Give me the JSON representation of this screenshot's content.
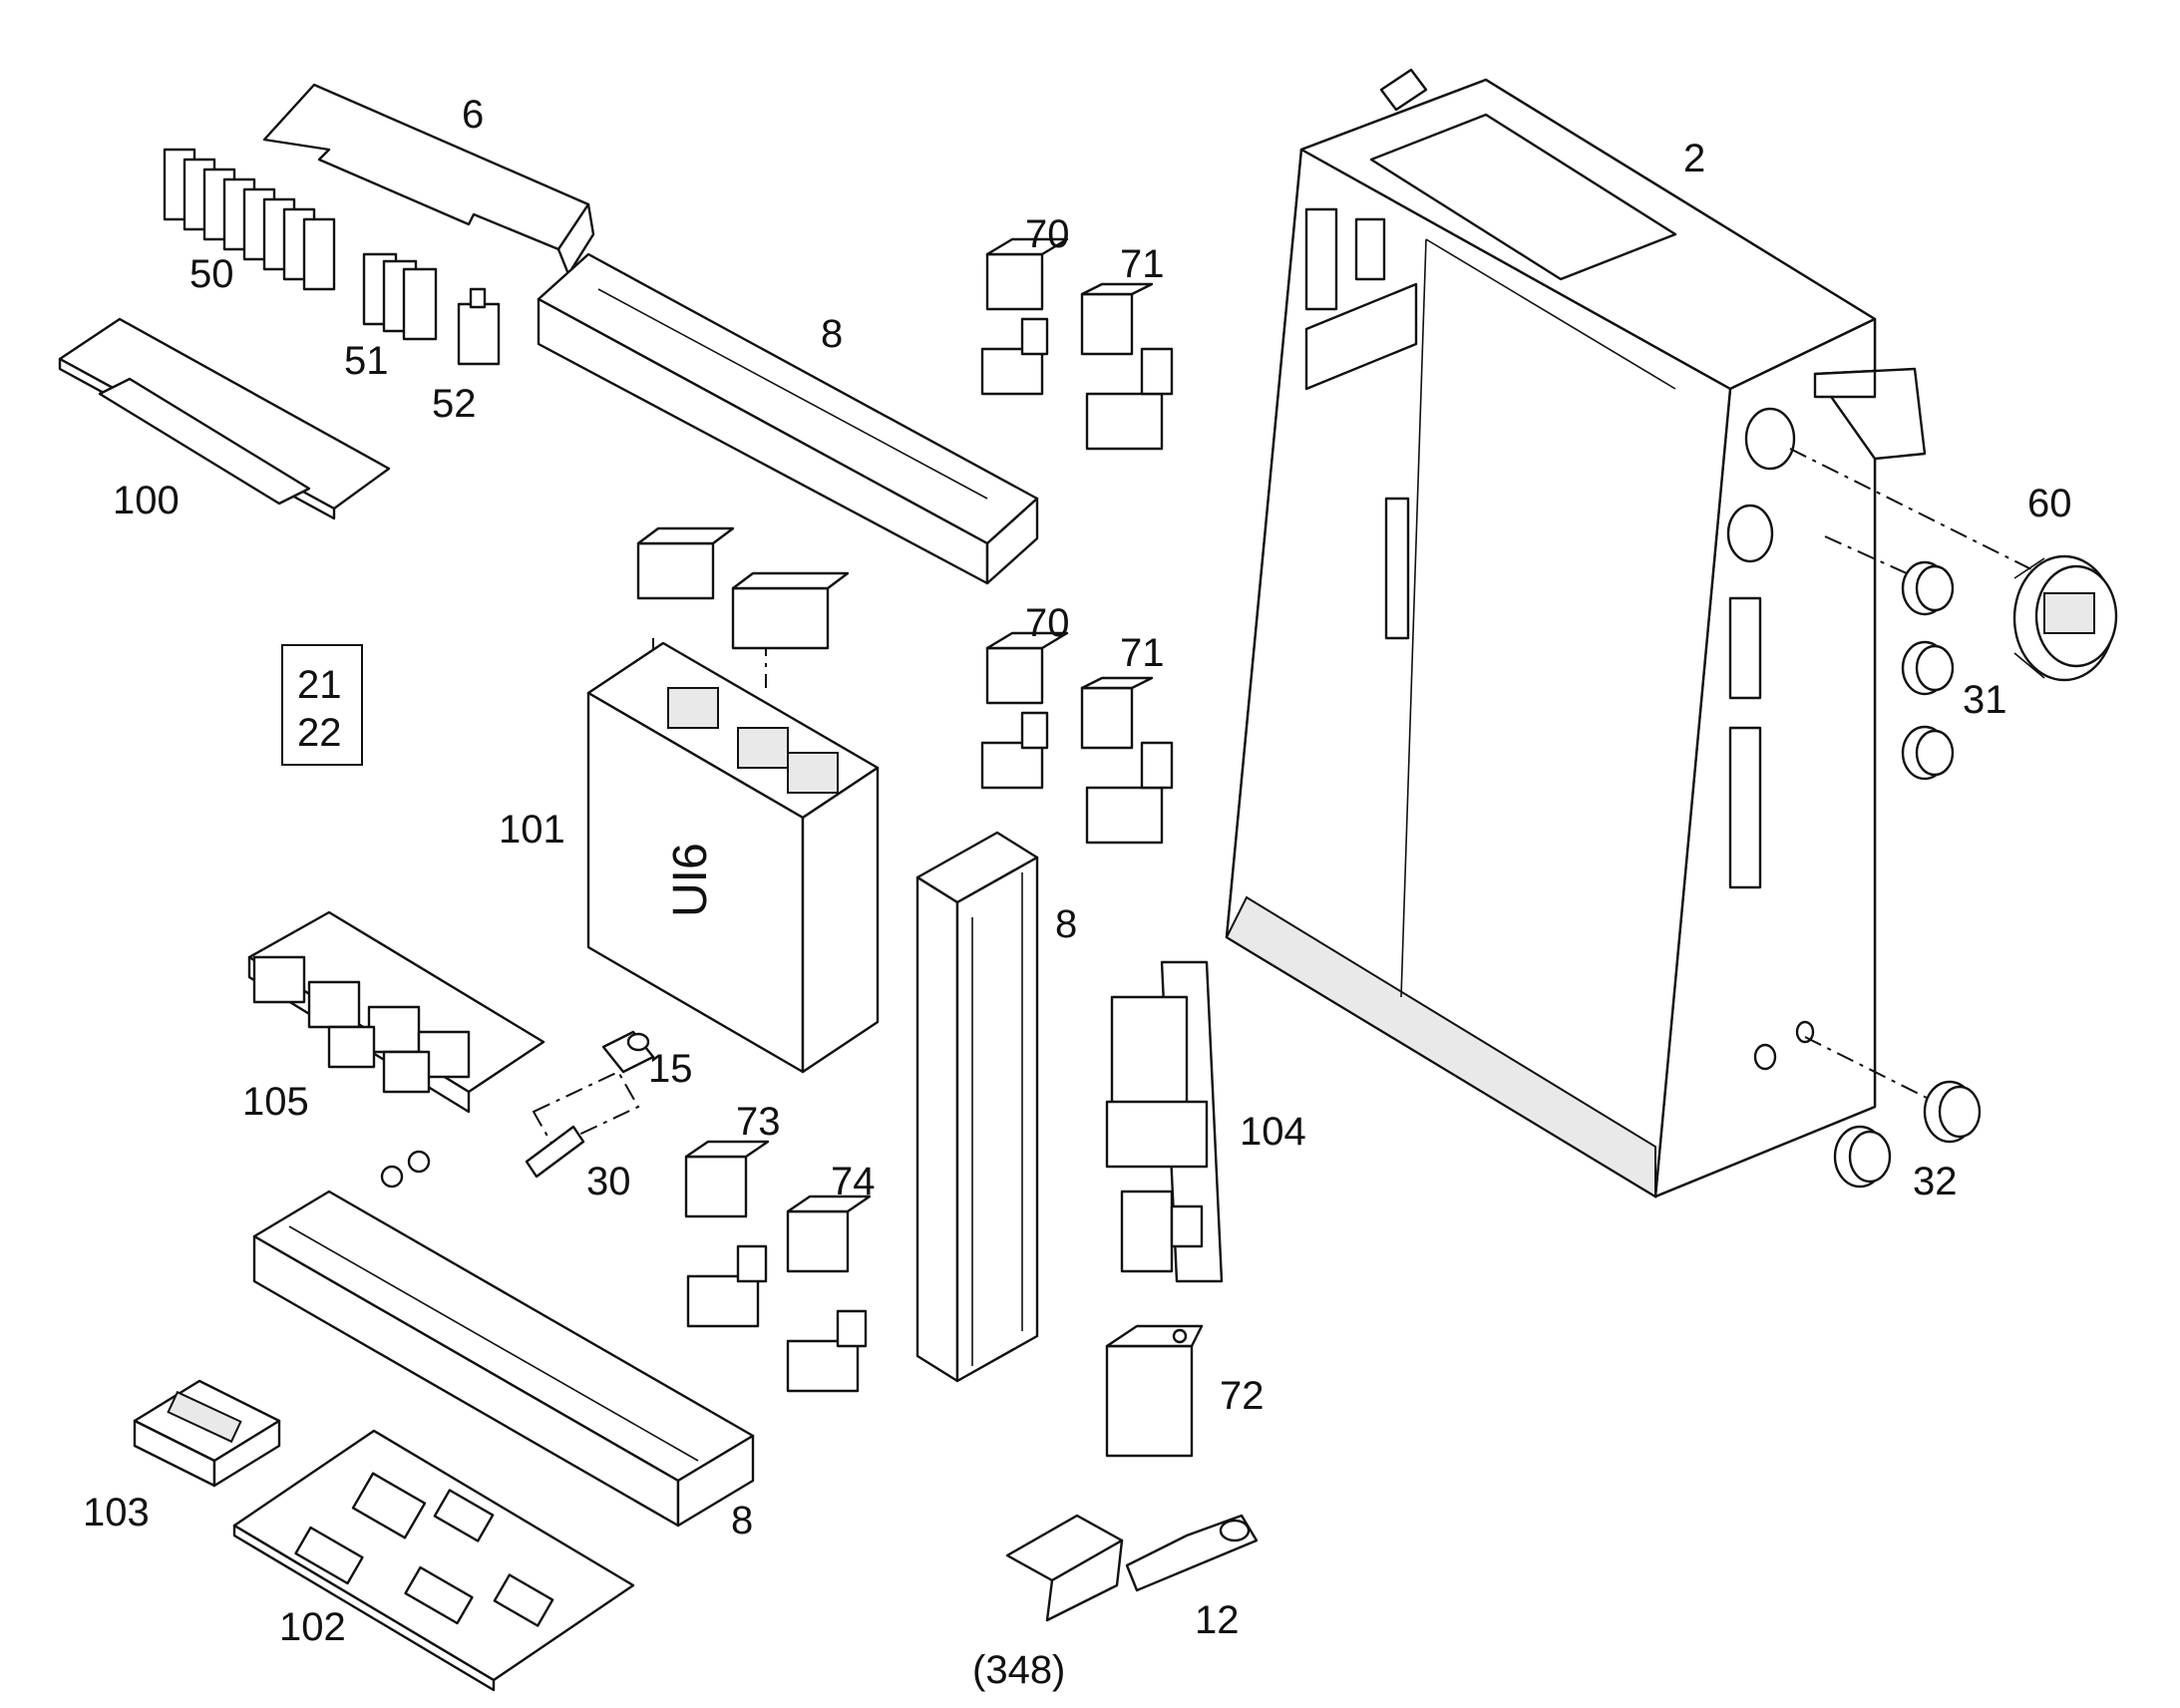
{
  "diagram": {
    "callouts": {
      "c2": "2",
      "c6": "6",
      "c8a": "8",
      "c8b": "8",
      "c8c": "8",
      "c12": "12",
      "c15": "15",
      "c21": "21",
      "c22": "22",
      "c30": "30",
      "c31": "31",
      "c32": "32",
      "c50": "50",
      "c51": "51",
      "c52": "52",
      "c60": "60",
      "c70a": "70",
      "c70b": "70",
      "c71a": "71",
      "c71b": "71",
      "c72": "72",
      "c73": "73",
      "c74": "74",
      "c100": "100",
      "c101": "101",
      "c102": "102",
      "c103": "103",
      "c104": "104",
      "c105": "105",
      "c348": "(348)"
    },
    "ecu_marking": "UI6"
  }
}
